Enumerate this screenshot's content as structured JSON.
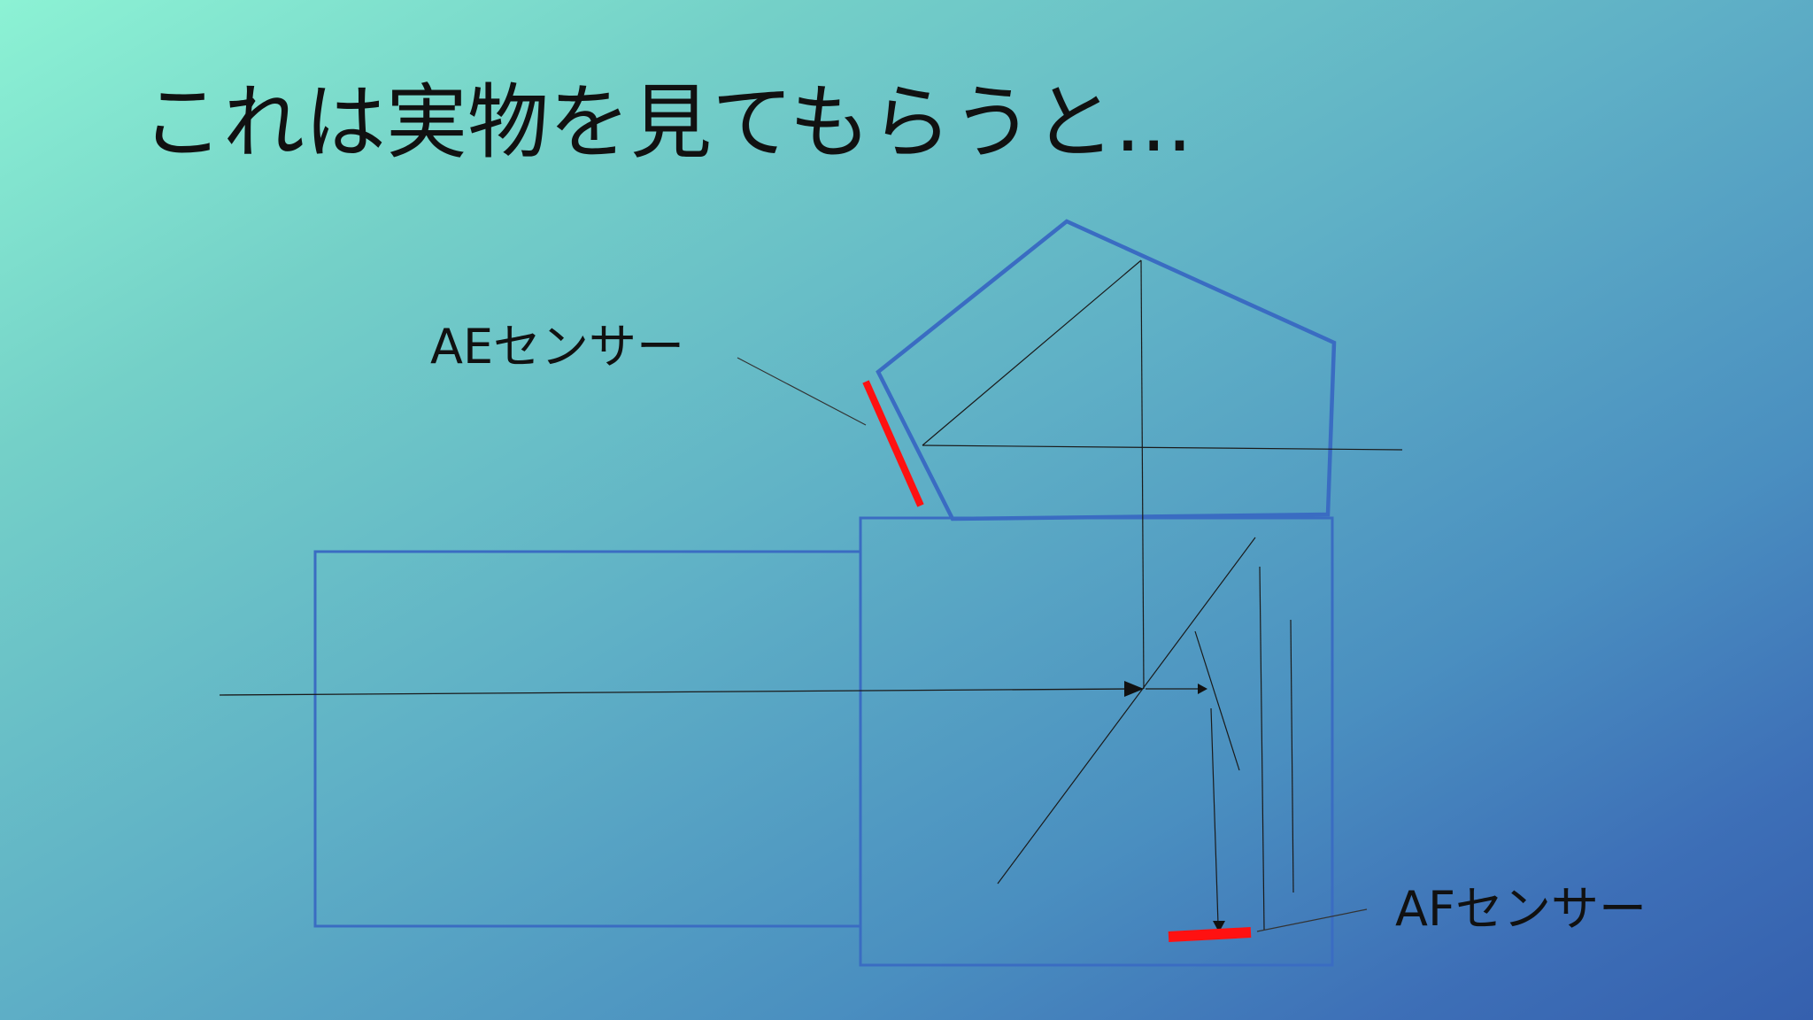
{
  "slide": {
    "title": "これは実物を見てもらうと...",
    "labels": {
      "ae_sensor": "AEセンサー",
      "af_sensor": "AFセンサー"
    }
  },
  "colors": {
    "outline": "#3a6cc2",
    "sensor": "#ff1111",
    "ray": "#1a1a1a",
    "text": "#111111"
  }
}
